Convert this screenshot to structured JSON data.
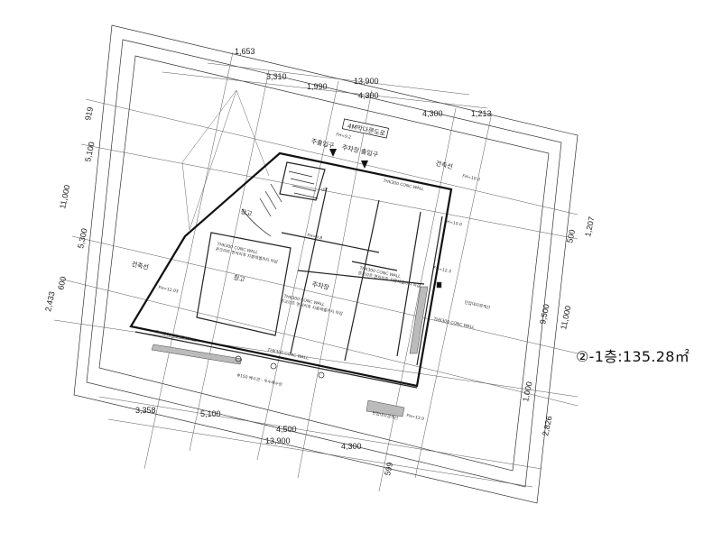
{
  "area_label": "②-1층:135.28㎡",
  "dimensions": {
    "top_row1": "1,653",
    "top_row2a": "3,310",
    "top_row2b": "13,900",
    "top_row3a": "1,990",
    "top_row3b": "4,300",
    "top_row4a": "4,300",
    "top_row4b": "1,213",
    "left_919": "919",
    "left_5100": "5,100",
    "left_11000": "11,000",
    "left_5300": "5,300",
    "left_600": "600",
    "left_2433": "2,433",
    "right_1207": "1,207",
    "right_500": "500",
    "right_9500": "9,500",
    "right_11000": "11,000",
    "right_1000": "1,000",
    "right_2826": "2,826",
    "bottom_3358": "3,358",
    "bottom_5100": "5,100",
    "bottom_4500": "4,500",
    "bottom_13900": "13,900",
    "bottom_4300": "4,300",
    "bottom_599": "599"
  },
  "labels": {
    "road": "4M막다른도로",
    "entrance": "주출입구",
    "parking_entrance": "주차장 출입구",
    "building_line_top": "건축선",
    "building_line_left": "건축선",
    "storage_top": "창고",
    "storage_room": "창고",
    "parking": "주차장",
    "up": "UP",
    "fh_road": "FH=9.2",
    "fh_top": "FH=10.0",
    "fh_left": "FH=12.03",
    "fh_parking": "FH=9.8",
    "fh_right": "FH=12.3",
    "fh_bottom": "FH=13.9",
    "fh_mid": "FH=10.0",
    "wall_top": "THK300 CONC WALL",
    "wall_storage": "THK300 CONC WALL",
    "wall_storage_note": "콘크리트 면처리후 지붕레벨까지 마감",
    "wall_center": "THK300 CONC WALL",
    "wall_center_note": "콘크리트 면처리후 지붕레벨까지 마감",
    "wall_right": "THK300 CONC WALL",
    "wall_right_note": "콘크리트 면처리후 지붕레벨까지 마감",
    "wall_bottom_left": "THK300 CONC WALL",
    "wall_bottom": "THK300 CONC WALL",
    "wall_right_lower": "THK300 CONC WALL",
    "retaining_right": "인접대지경계선",
    "retaining_bottom": "인접대지경계선",
    "drain": "Φ150 배수관 - 우수배수관"
  }
}
